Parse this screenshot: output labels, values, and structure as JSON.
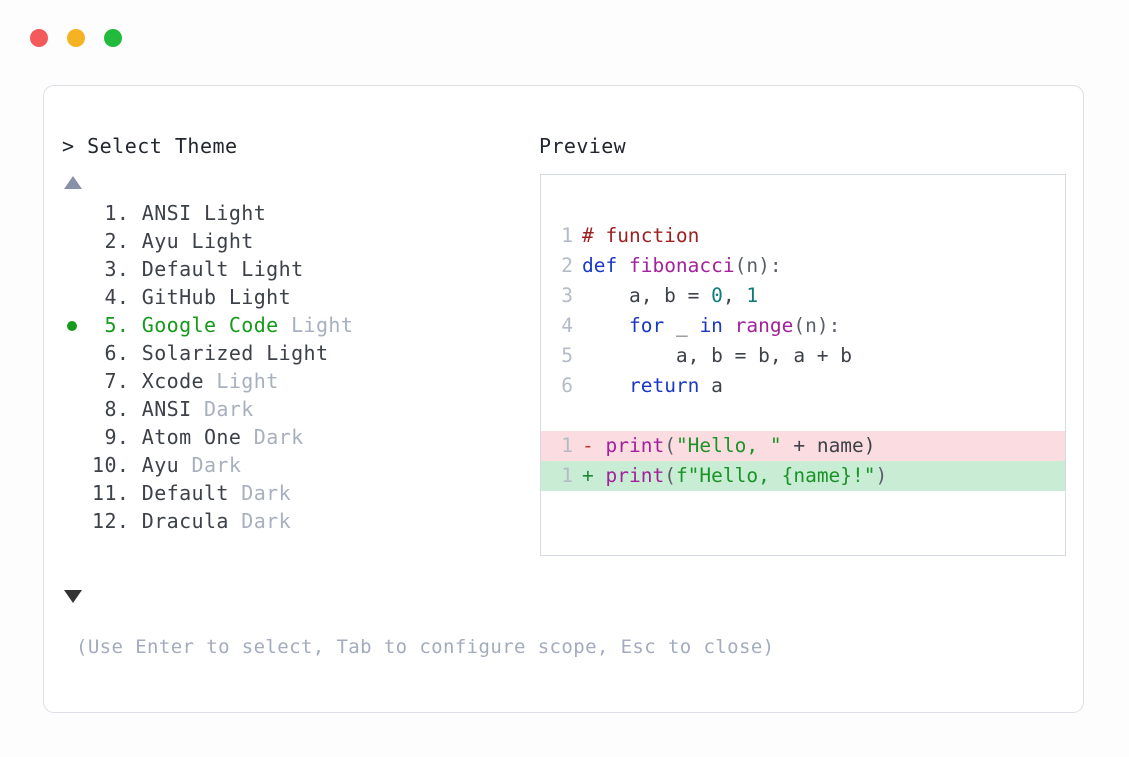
{
  "window": {
    "traffic_lights": [
      {
        "name": "close-dot",
        "color": "#f4595b"
      },
      {
        "name": "minimize-dot",
        "color": "#f5b324"
      },
      {
        "name": "maximize-dot",
        "color": "#22ba3c"
      }
    ]
  },
  "selector": {
    "prompt": "> Select Theme",
    "scroll_up_indicator": "▲",
    "scroll_down_indicator": "▼",
    "selected_index": 5,
    "items": [
      {
        "number": " 1.",
        "name": "ANSI",
        "variant": "Light",
        "dim_variant": false,
        "selected": false
      },
      {
        "number": " 2.",
        "name": "Ayu",
        "variant": "Light",
        "dim_variant": false,
        "selected": false
      },
      {
        "number": " 3.",
        "name": "Default",
        "variant": "Light",
        "dim_variant": false,
        "selected": false
      },
      {
        "number": " 4.",
        "name": "GitHub",
        "variant": "Light",
        "dim_variant": false,
        "selected": false
      },
      {
        "number": " 5.",
        "name": "Google Code",
        "variant": "Light",
        "dim_variant": true,
        "selected": true
      },
      {
        "number": " 6.",
        "name": "Solarized",
        "variant": "Light",
        "dim_variant": false,
        "selected": false
      },
      {
        "number": " 7.",
        "name": "Xcode",
        "variant": "Light",
        "dim_variant": true,
        "selected": false
      },
      {
        "number": " 8.",
        "name": "ANSI",
        "variant": "Dark",
        "dim_variant": true,
        "selected": false
      },
      {
        "number": " 9.",
        "name": "Atom One",
        "variant": "Dark",
        "dim_variant": true,
        "selected": false
      },
      {
        "number": "10.",
        "name": "Ayu",
        "variant": "Dark",
        "dim_variant": true,
        "selected": false
      },
      {
        "number": "11.",
        "name": "Default",
        "variant": "Dark",
        "dim_variant": true,
        "selected": false
      },
      {
        "number": "12.",
        "name": "Dracula",
        "variant": "Dark",
        "dim_variant": true,
        "selected": false
      }
    ],
    "hint": "(Use Enter to select, Tab to configure scope, Esc to close)"
  },
  "preview": {
    "label": "Preview",
    "code_lines": [
      {
        "ln": "1",
        "tokens": [
          {
            "t": "# function",
            "c": "tok-comment"
          }
        ]
      },
      {
        "ln": "2",
        "tokens": [
          {
            "t": "def ",
            "c": "tok-kw"
          },
          {
            "t": "fibonacci",
            "c": "tok-fn"
          },
          {
            "t": "(n):",
            "c": "tok-punc"
          }
        ]
      },
      {
        "ln": "3",
        "tokens": [
          {
            "t": "    a, b = ",
            "c": "tok-plain"
          },
          {
            "t": "0",
            "c": "tok-num"
          },
          {
            "t": ", ",
            "c": "tok-plain"
          },
          {
            "t": "1",
            "c": "tok-num"
          }
        ]
      },
      {
        "ln": "4",
        "tokens": [
          {
            "t": "    ",
            "c": "tok-plain"
          },
          {
            "t": "for",
            "c": "tok-kw"
          },
          {
            "t": " _ ",
            "c": "tok-plain"
          },
          {
            "t": "in",
            "c": "tok-kw"
          },
          {
            "t": " ",
            "c": "tok-plain"
          },
          {
            "t": "range",
            "c": "tok-fn"
          },
          {
            "t": "(n):",
            "c": "tok-punc"
          }
        ]
      },
      {
        "ln": "5",
        "tokens": [
          {
            "t": "        a, b = b, a + b",
            "c": "tok-plain"
          }
        ]
      },
      {
        "ln": "6",
        "tokens": [
          {
            "t": "    ",
            "c": "tok-plain"
          },
          {
            "t": "return",
            "c": "tok-kw"
          },
          {
            "t": " a",
            "c": "tok-plain"
          }
        ]
      }
    ],
    "diff_lines": [
      {
        "ln": "1",
        "kind": "del",
        "marker": "-",
        "tokens": [
          {
            "t": "print",
            "c": "tok-fn"
          },
          {
            "t": "(",
            "c": "tok-punc"
          },
          {
            "t": "\"Hello, \"",
            "c": "tok-str"
          },
          {
            "t": " + name)",
            "c": "tok-plain"
          }
        ]
      },
      {
        "ln": "1",
        "kind": "add",
        "marker": "+",
        "tokens": [
          {
            "t": "print",
            "c": "tok-fn"
          },
          {
            "t": "(",
            "c": "tok-punc"
          },
          {
            "t": "f\"Hello, {name}!\"",
            "c": "tok-str"
          },
          {
            "t": ")",
            "c": "tok-punc"
          }
        ]
      }
    ]
  },
  "colors": {
    "accent_green": "#17991c",
    "dim_text": "#a8b0c0",
    "hint_text": "#a3abbd",
    "diff_del_bg": "#fbdde1",
    "diff_add_bg": "#c9ecd4",
    "diff_del_marker": "#c0392b",
    "diff_add_marker": "#22863a",
    "card_border": "#dcdfe6",
    "preview_border": "#d4d9e2"
  }
}
